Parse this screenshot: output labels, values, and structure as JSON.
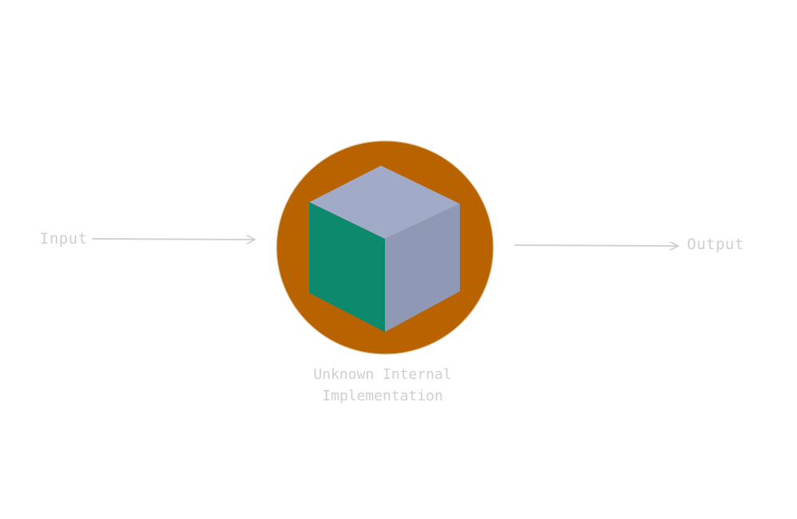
{
  "diagram": {
    "input_label": "Input",
    "output_label": "Output",
    "caption_lines": [
      "Unknown Internal",
      "Implementation"
    ],
    "icon": "black-box-cube-icon"
  },
  "colors": {
    "circle_fill": "#b86200",
    "circle_stroke": "#e0c9a6",
    "cube_top": "#a1aac6",
    "cube_right": "#8f99b5",
    "cube_left": "#0b8a6e",
    "arrow": "#cfcfcf",
    "text": "#cfcfcf"
  }
}
